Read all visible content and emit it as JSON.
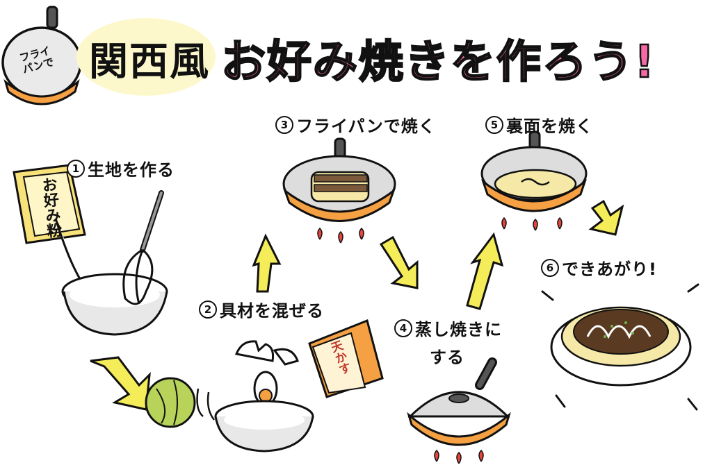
{
  "header": {
    "badge": {
      "line1": "フライ",
      "line2": "パンで"
    },
    "region": "関西風",
    "title": "お好み焼きを作ろう!"
  },
  "steps": [
    {
      "num": "1",
      "text": "生地を作る"
    },
    {
      "num": "2",
      "text": "具材を混ぜる"
    },
    {
      "num": "3",
      "text": "フライパンで焼く"
    },
    {
      "num": "4",
      "text": "蒸し焼きに",
      "text2": "する"
    },
    {
      "num": "5",
      "text": "裏面を焼く"
    },
    {
      "num": "6",
      "text": "できあがり!"
    }
  ],
  "packages": {
    "flour": "お好み粉",
    "tenkasu": "天かす"
  },
  "colors": {
    "title_pink": "#f46aa6",
    "arrow_yellow": "#f5ec5a",
    "pan_orange": "#f5a042",
    "dough_yellow": "#f6e9a8",
    "flame_red": "#e8453c",
    "badge_cream": "#fdf8cc"
  }
}
